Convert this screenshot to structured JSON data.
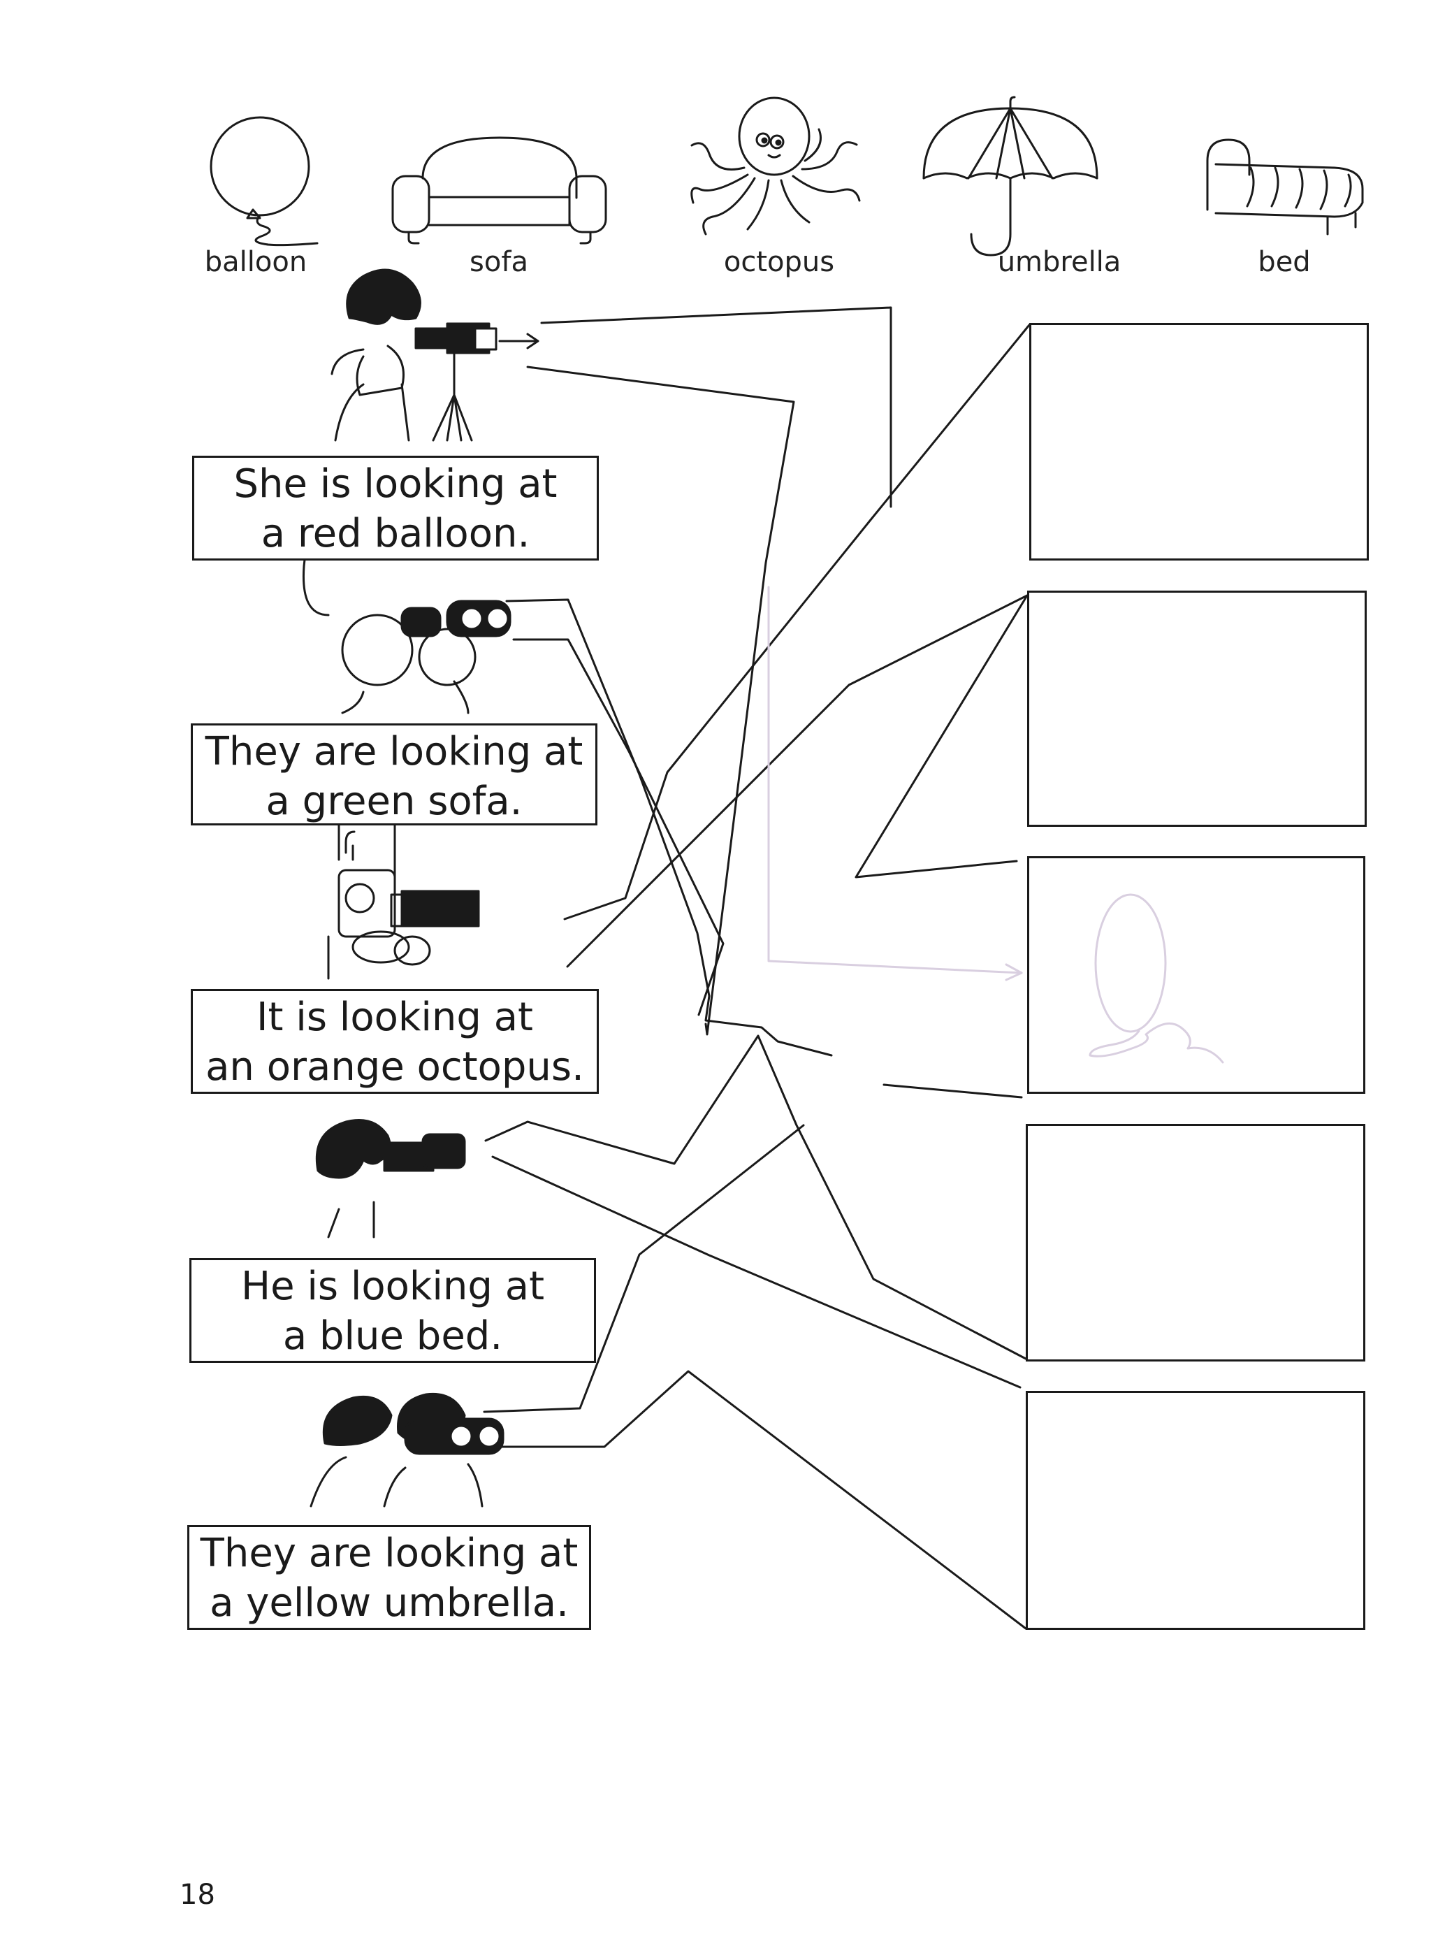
{
  "vocab": [
    "balloon",
    "sofa",
    "octopus",
    "umbrella",
    "bed"
  ],
  "sentences": [
    {
      "line1": "She is looking at",
      "line2": "a red balloon."
    },
    {
      "line1": "They are looking at",
      "line2": "a green sofa."
    },
    {
      "line1": "It is looking at",
      "line2": "an orange octopus."
    },
    {
      "line1": "He is looking at",
      "line2": "a blue bed."
    },
    {
      "line1": "They are looking at",
      "line2": "a yellow umbrella."
    }
  ],
  "page_number": "18",
  "colors": {
    "ink": "#1a1a1a",
    "faint_trace": "#d9cfe0"
  }
}
